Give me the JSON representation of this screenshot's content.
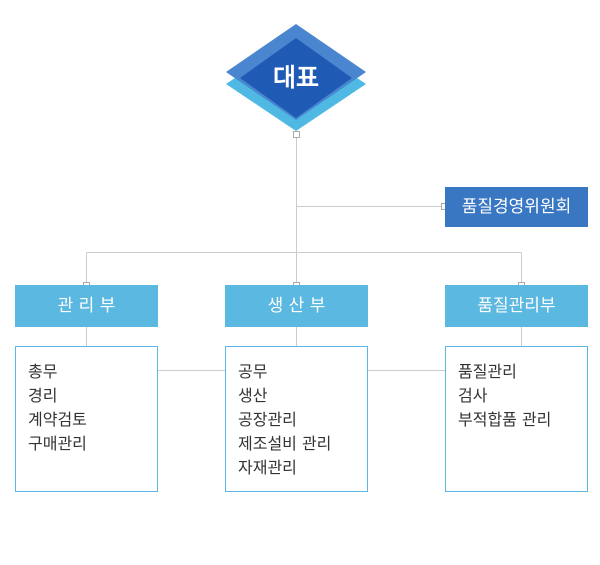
{
  "ceo": {
    "label": "대표"
  },
  "committee": {
    "label": "품질경영위원회"
  },
  "departments": [
    {
      "label": "관 리 부",
      "tasks": [
        "총무",
        "경리",
        "계약검토",
        "구매관리"
      ]
    },
    {
      "label": "생 산 부",
      "tasks": [
        "공무",
        "생산",
        "공장관리",
        "제조설비 관리",
        "자재관리"
      ]
    },
    {
      "label": "품질관리부",
      "tasks": [
        "품질관리",
        "검사",
        "부적합품 관리"
      ]
    }
  ],
  "colors": {
    "diamond_front": "#1f5bb5",
    "diamond_back": "#4a86d0",
    "diamond_shadow": "#4fb8e3",
    "committee": "#3a77c2",
    "dept_header": "#5bb8e0",
    "connector": "#cccccc"
  }
}
